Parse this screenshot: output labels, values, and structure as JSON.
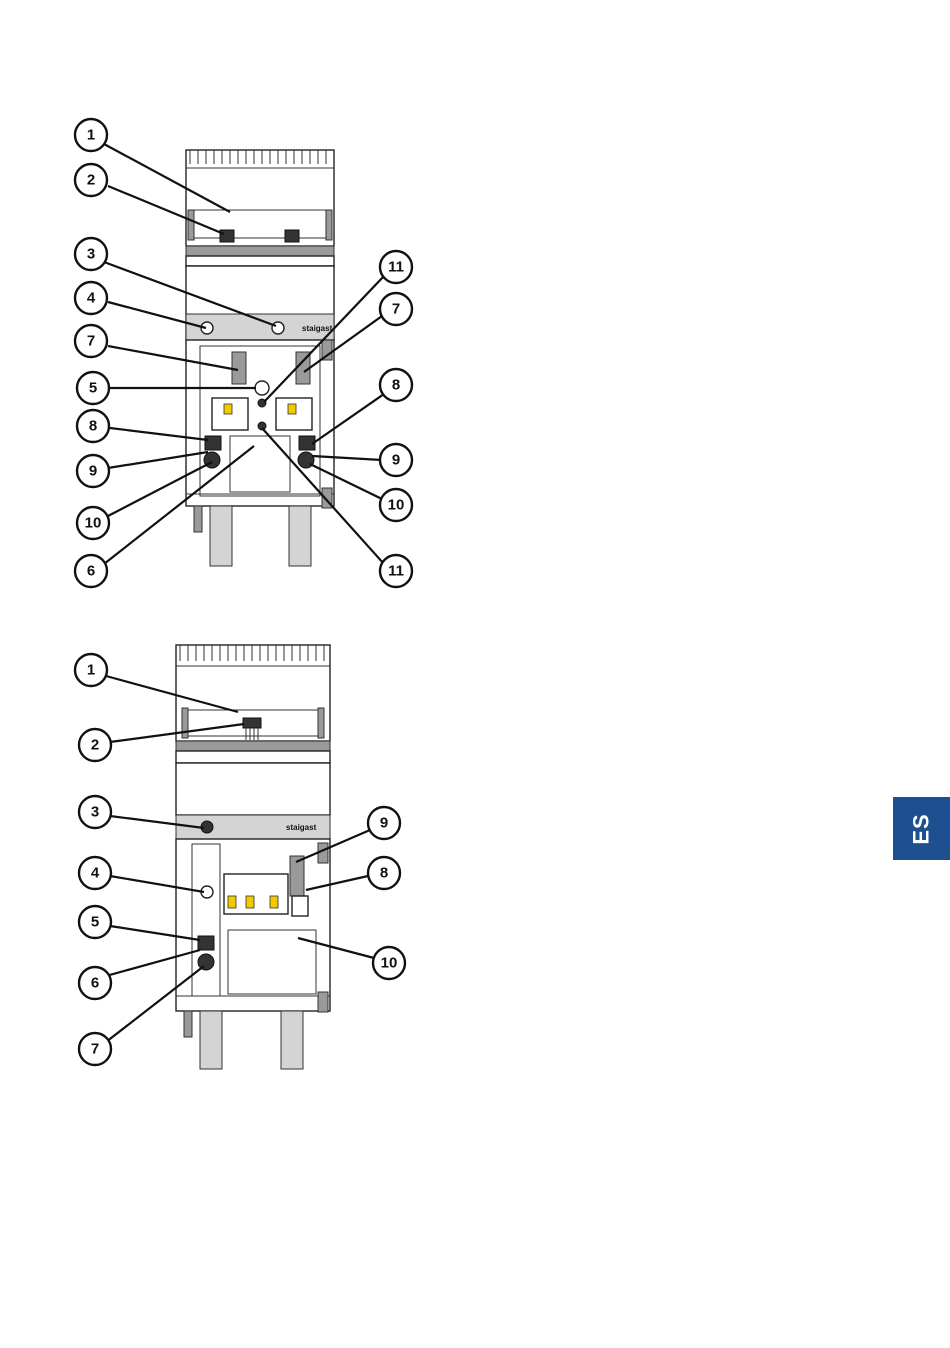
{
  "language_tab": {
    "label": "ES",
    "color": "#1d4f91"
  },
  "brand_label": "staigast",
  "figure1": {
    "callouts": [
      "1",
      "2",
      "3",
      "4",
      "7",
      "5",
      "8",
      "9",
      "10",
      "6",
      "11",
      "7",
      "8",
      "9",
      "10",
      "11"
    ]
  },
  "figure2": {
    "callouts": [
      "1",
      "2",
      "3",
      "4",
      "5",
      "6",
      "7",
      "9",
      "8",
      "10"
    ]
  }
}
